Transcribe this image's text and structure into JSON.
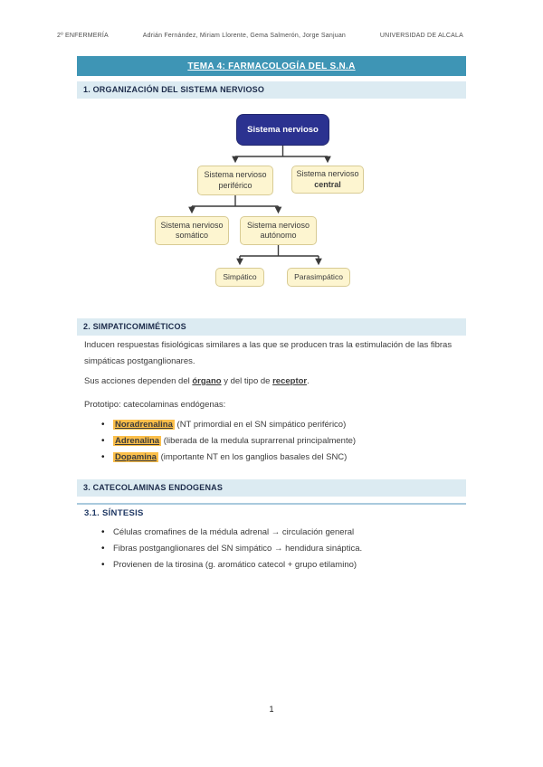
{
  "doc_header": {
    "course": "2º ENFERMERÍA",
    "authors": "Adrián Fernández, Miriam Llorente, Gema Salmerón, Jorge Sanjuan",
    "university": "UNIVERSIDAD DE ALCALA"
  },
  "title": "TEMA 4: FARMACOLOGÍA DEL S.N.A",
  "sections": {
    "s1": {
      "heading": "1. ORGANIZACIÓN DEL SISTEMA NERVIOSO"
    },
    "s2": {
      "heading": "2. SIMPATICOMIMÉTICOS",
      "p1": "Inducen respuestas fisiológicas similares a las que se producen tras la estimulación de las fibras simpáticas postganglionares.",
      "p2_pre": "Sus acciones dependen del ",
      "p2_term1": "órgano",
      "p2_mid": " y del tipo de ",
      "p2_term2": "receptor",
      "p2_post": ".",
      "p3": "Prototipo: catecolaminas endógenas:",
      "bullets": [
        {
          "term": "Noradrenalina",
          "rest": " (NT primordial en el SN simpático periférico)"
        },
        {
          "term": "Adrenalina",
          "rest": " (liberada de la medula suprarrenal principalmente)"
        },
        {
          "term": "Dopamina",
          "rest": " (importante NT en los ganglios basales del SNC)"
        }
      ]
    },
    "s3": {
      "heading": "3. CATECOLAMINAS ENDOGENAS",
      "sub1": {
        "heading": "3.1.  SÍNTESIS",
        "bullets": [
          "Células cromafines de la médula adrenal → circulación general",
          "Fibras postganglionares del SN simpático → hendidura sináptica.",
          "Provienen de la tirosina (g. aromático catecol + grupo etilamino)"
        ]
      }
    }
  },
  "flowchart": {
    "root": "Sistema nervioso",
    "peripheral_l1": "Sistema nervioso",
    "peripheral_l2": "periférico",
    "central_l1": "Sistema nervioso",
    "central_l2": "central",
    "somatic_l1": "Sistema nervioso",
    "somatic_l2": "somático",
    "autonomic_l1": "Sistema nervioso",
    "autonomic_l2": "autónomo",
    "sympathetic": "Simpático",
    "parasympathetic": "Parasimpático"
  },
  "page": {
    "number": "1"
  },
  "colors": {
    "title_bar": "#3e95b5",
    "section_heading_bg": "#dcebf2",
    "section_heading_text": "#1c2b4a",
    "root_node_bg": "#2b3290",
    "node_bg": "#fdf5d0",
    "node_border": "#d8cb94",
    "highlight": "#fbbf4a",
    "subheading_rule": "#a9cadd"
  }
}
